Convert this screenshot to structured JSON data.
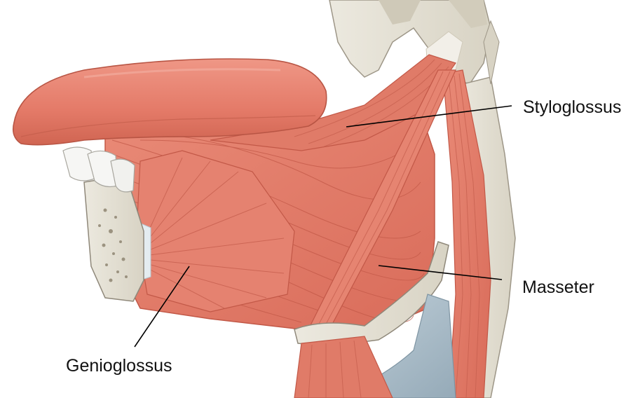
{
  "labels": {
    "styloglossus": "Styloglossus",
    "masseter": "Masseter",
    "genioglossus": "Genioglossus"
  },
  "colors": {
    "muscle": "#e07b6a",
    "muscle_dark": "#c85c4c",
    "muscle_light": "#ee9e8c",
    "tongue": "#e8806f",
    "bone": "#e6e2d6",
    "bone_shadow": "#c9c3b2",
    "teeth": "#f4f4f2",
    "tendon": "#f2efe8",
    "cartilage": "#a9bcc8",
    "leader_line": "#000000"
  }
}
